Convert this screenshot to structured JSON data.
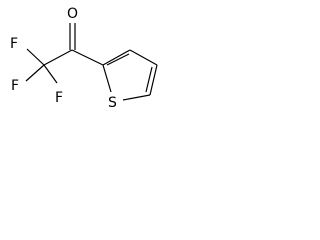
{
  "molecule": {
    "atoms": {
      "oxygen": "O",
      "fluorine_top": "F",
      "fluorine_left": "F",
      "fluorine_bottom": "F",
      "sulfur": "S"
    }
  }
}
